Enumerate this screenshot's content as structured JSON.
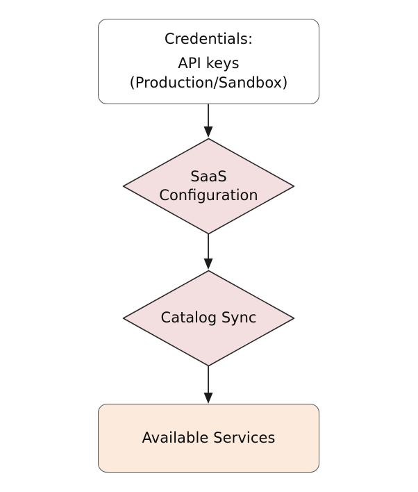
{
  "diagram": {
    "type": "flowchart",
    "orientation": "top-to-bottom",
    "background_color": "#ffffff",
    "nodes": [
      {
        "id": "credentials",
        "shape": "rounded-rectangle",
        "label": "Credentials:",
        "label_line_1": "Credentials:",
        "label_line_2": "API keys\n(Production/Sandbox)",
        "full_label": "Credentials:\nAPI keys\n(Production/Sandbox)",
        "fill_color": "#ffffff",
        "border_color": "#555555",
        "text_color": "#0b0b0b"
      },
      {
        "id": "saas-configuration",
        "shape": "diamond",
        "label": "SaaS\nConfiguration",
        "fill_color": "#f4dfe0",
        "border_color": "#2b2b2b",
        "text_color": "#0b0b0b"
      },
      {
        "id": "catalog-sync",
        "shape": "diamond",
        "label": "Catalog Sync",
        "fill_color": "#f4dfe0",
        "border_color": "#2b2b2b",
        "text_color": "#0b0b0b"
      },
      {
        "id": "available-services",
        "shape": "rounded-rectangle",
        "label": "Available Services",
        "fill_color": "#fcebdc",
        "border_color": "#555555",
        "text_color": "#0b0b0b"
      }
    ],
    "edges": [
      {
        "id": "credentials-to-saas",
        "from": "credentials",
        "to": "saas-configuration",
        "label": "",
        "arrow": "arrow-down-icon",
        "color": "#1a1a1a"
      },
      {
        "id": "saas-to-catalog",
        "from": "saas-configuration",
        "to": "catalog-sync",
        "label": "",
        "arrow": "arrow-down-icon",
        "color": "#1a1a1a"
      },
      {
        "id": "catalog-to-services",
        "from": "catalog-sync",
        "to": "available-services",
        "label": "",
        "arrow": "arrow-down-icon",
        "color": "#1a1a1a"
      }
    ]
  }
}
